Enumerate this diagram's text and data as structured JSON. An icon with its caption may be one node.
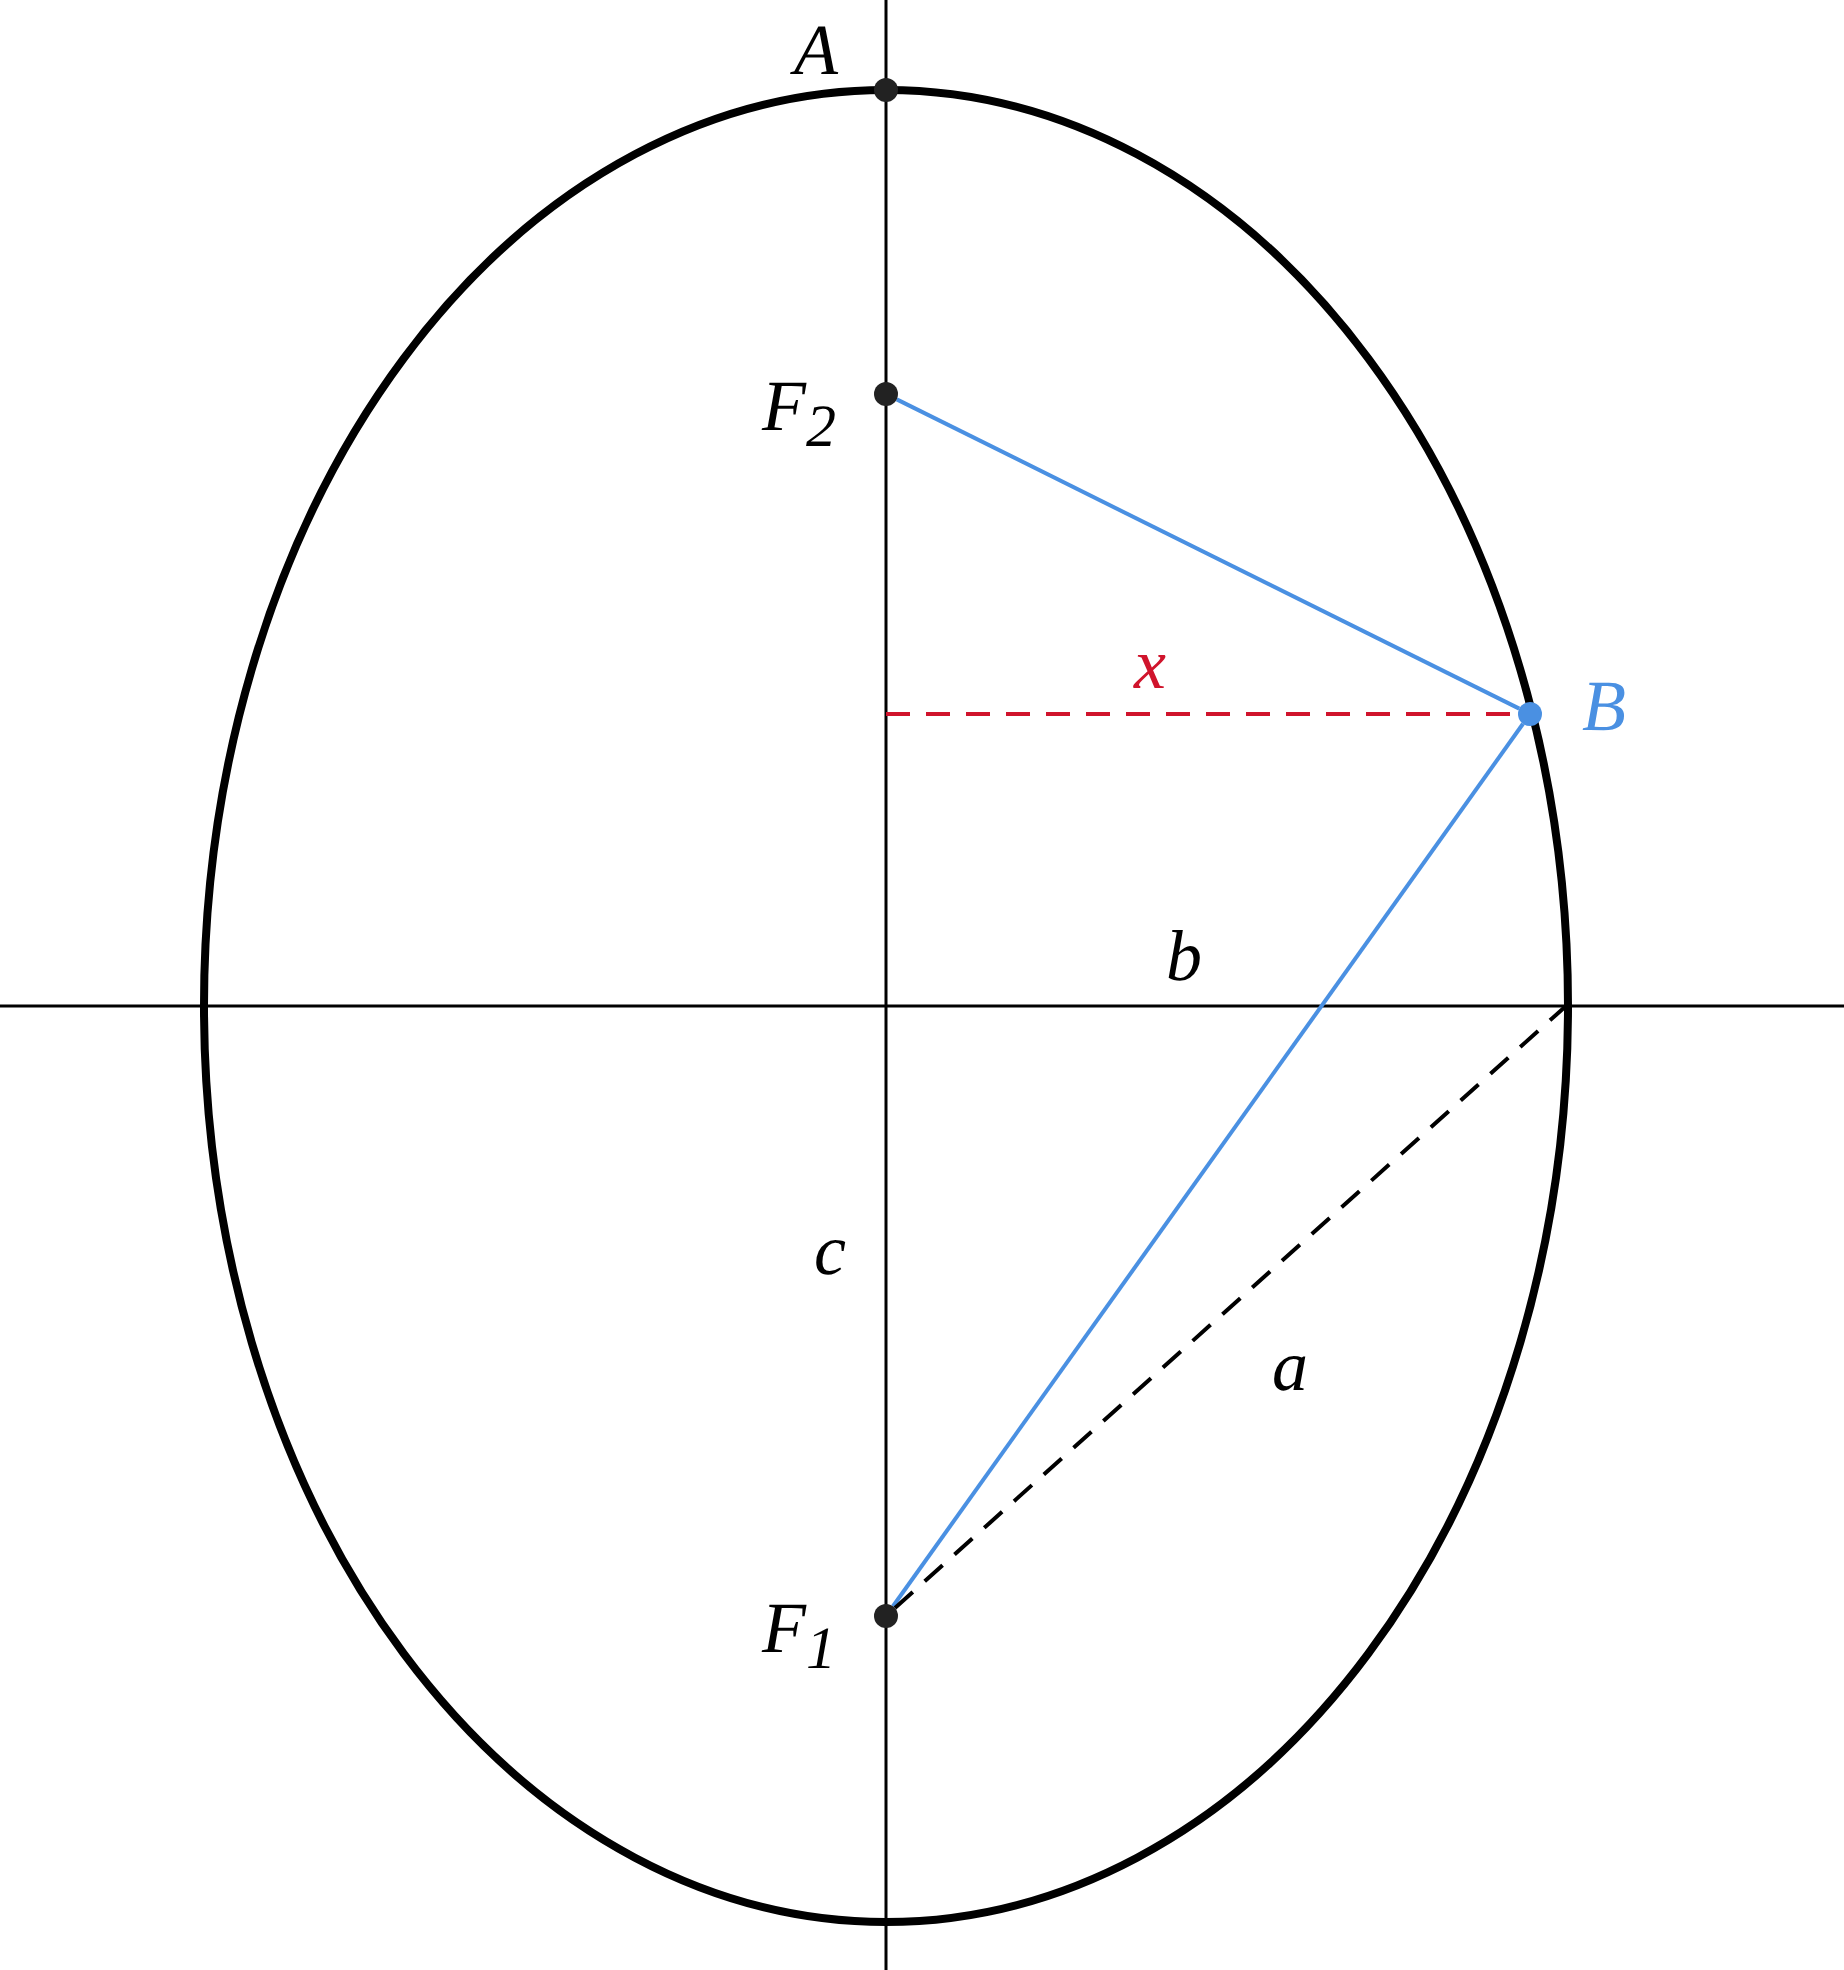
{
  "diagram": {
    "nodes": [
      {
        "text": [
          "A"
        ]
      },
      {
        "text": [
          "F$_{2}$"
        ]
      },
      {
        "text": [
          "B"
        ]
      },
      {
        "text": [
          "F$_{1}$"
        ]
      }
    ],
    "edges": [
      {
        "from": 1,
        "to": 2,
        "arrow": "none",
        "color": "#4a90e2"
      },
      {
        "from": 3,
        "to": 2,
        "arrow": "none",
        "color": "#4a90e2"
      },
      {
        "from": null,
        "to": 2,
        "arrow": "none",
        "style": "dashed",
        "color": "#d0142c",
        "label": "x"
      },
      {
        "from": 3,
        "to": null,
        "arrow": "none",
        "style": "dashed",
        "color": "#000000",
        "label": "a"
      }
    ],
    "labels": [
      "b",
      "c"
    ]
  }
}
